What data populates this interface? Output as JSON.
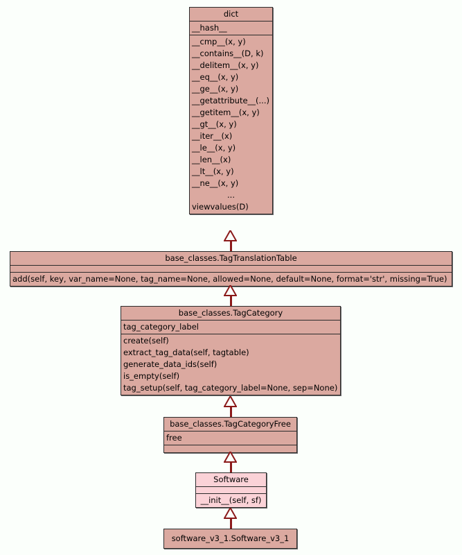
{
  "diagram": {
    "title": "UML class inheritance diagram",
    "background_color": "#fbfffb",
    "box_fill_color": "#dba9a0",
    "box_fill_color_light": "#fbd2d7",
    "box_border_color": "#2b2b2b",
    "edge_color": "#8b1a1a",
    "classes": [
      {
        "id": "dict",
        "name": "dict",
        "attributes": [
          "__hash__"
        ],
        "methods": [
          "__cmp__(x, y)",
          "__contains__(D, k)",
          "__delitem__(x, y)",
          "__eq__(x, y)",
          "__ge__(x, y)",
          "__getattribute__(...)",
          "__getitem__(x, y)",
          "__gt__(x, y)",
          "__iter__(x)",
          "__le__(x, y)",
          "__len__(x)",
          "__lt__(x, y)",
          "__ne__(x, y)",
          "...",
          "viewvalues(D)"
        ]
      },
      {
        "id": "tag-translation-table",
        "name": "base_classes.TagTranslationTable",
        "attributes": [],
        "methods": [
          "add(self, key, var_name=None, tag_name=None, allowed=None, default=None, format='str', missing=True)"
        ]
      },
      {
        "id": "tag-category",
        "name": "base_classes.TagCategory",
        "attributes": [
          "tag_category_label"
        ],
        "methods": [
          "create(self)",
          "extract_tag_data(self, tagtable)",
          "generate_data_ids(self)",
          "is_empty(self)",
          "tag_setup(self, tag_category_label=None, sep=None)"
        ]
      },
      {
        "id": "tag-category-free",
        "name": "base_classes.TagCategoryFree",
        "attributes": [
          "free"
        ],
        "methods": []
      },
      {
        "id": "software",
        "name": "Software",
        "attributes": [],
        "methods": [
          "__init__(self, sf)"
        ]
      },
      {
        "id": "software-v3-1",
        "name": "software_v3_1.Software_v3_1",
        "attributes": [],
        "methods": []
      }
    ],
    "edges": [
      {
        "from": "tag-translation-table",
        "to": "dict",
        "type": "inheritance"
      },
      {
        "from": "tag-category",
        "to": "tag-translation-table",
        "type": "inheritance"
      },
      {
        "from": "tag-category-free",
        "to": "tag-category",
        "type": "inheritance"
      },
      {
        "from": "software",
        "to": "tag-category-free",
        "type": "inheritance"
      },
      {
        "from": "software-v3-1",
        "to": "software",
        "type": "inheritance"
      }
    ]
  }
}
